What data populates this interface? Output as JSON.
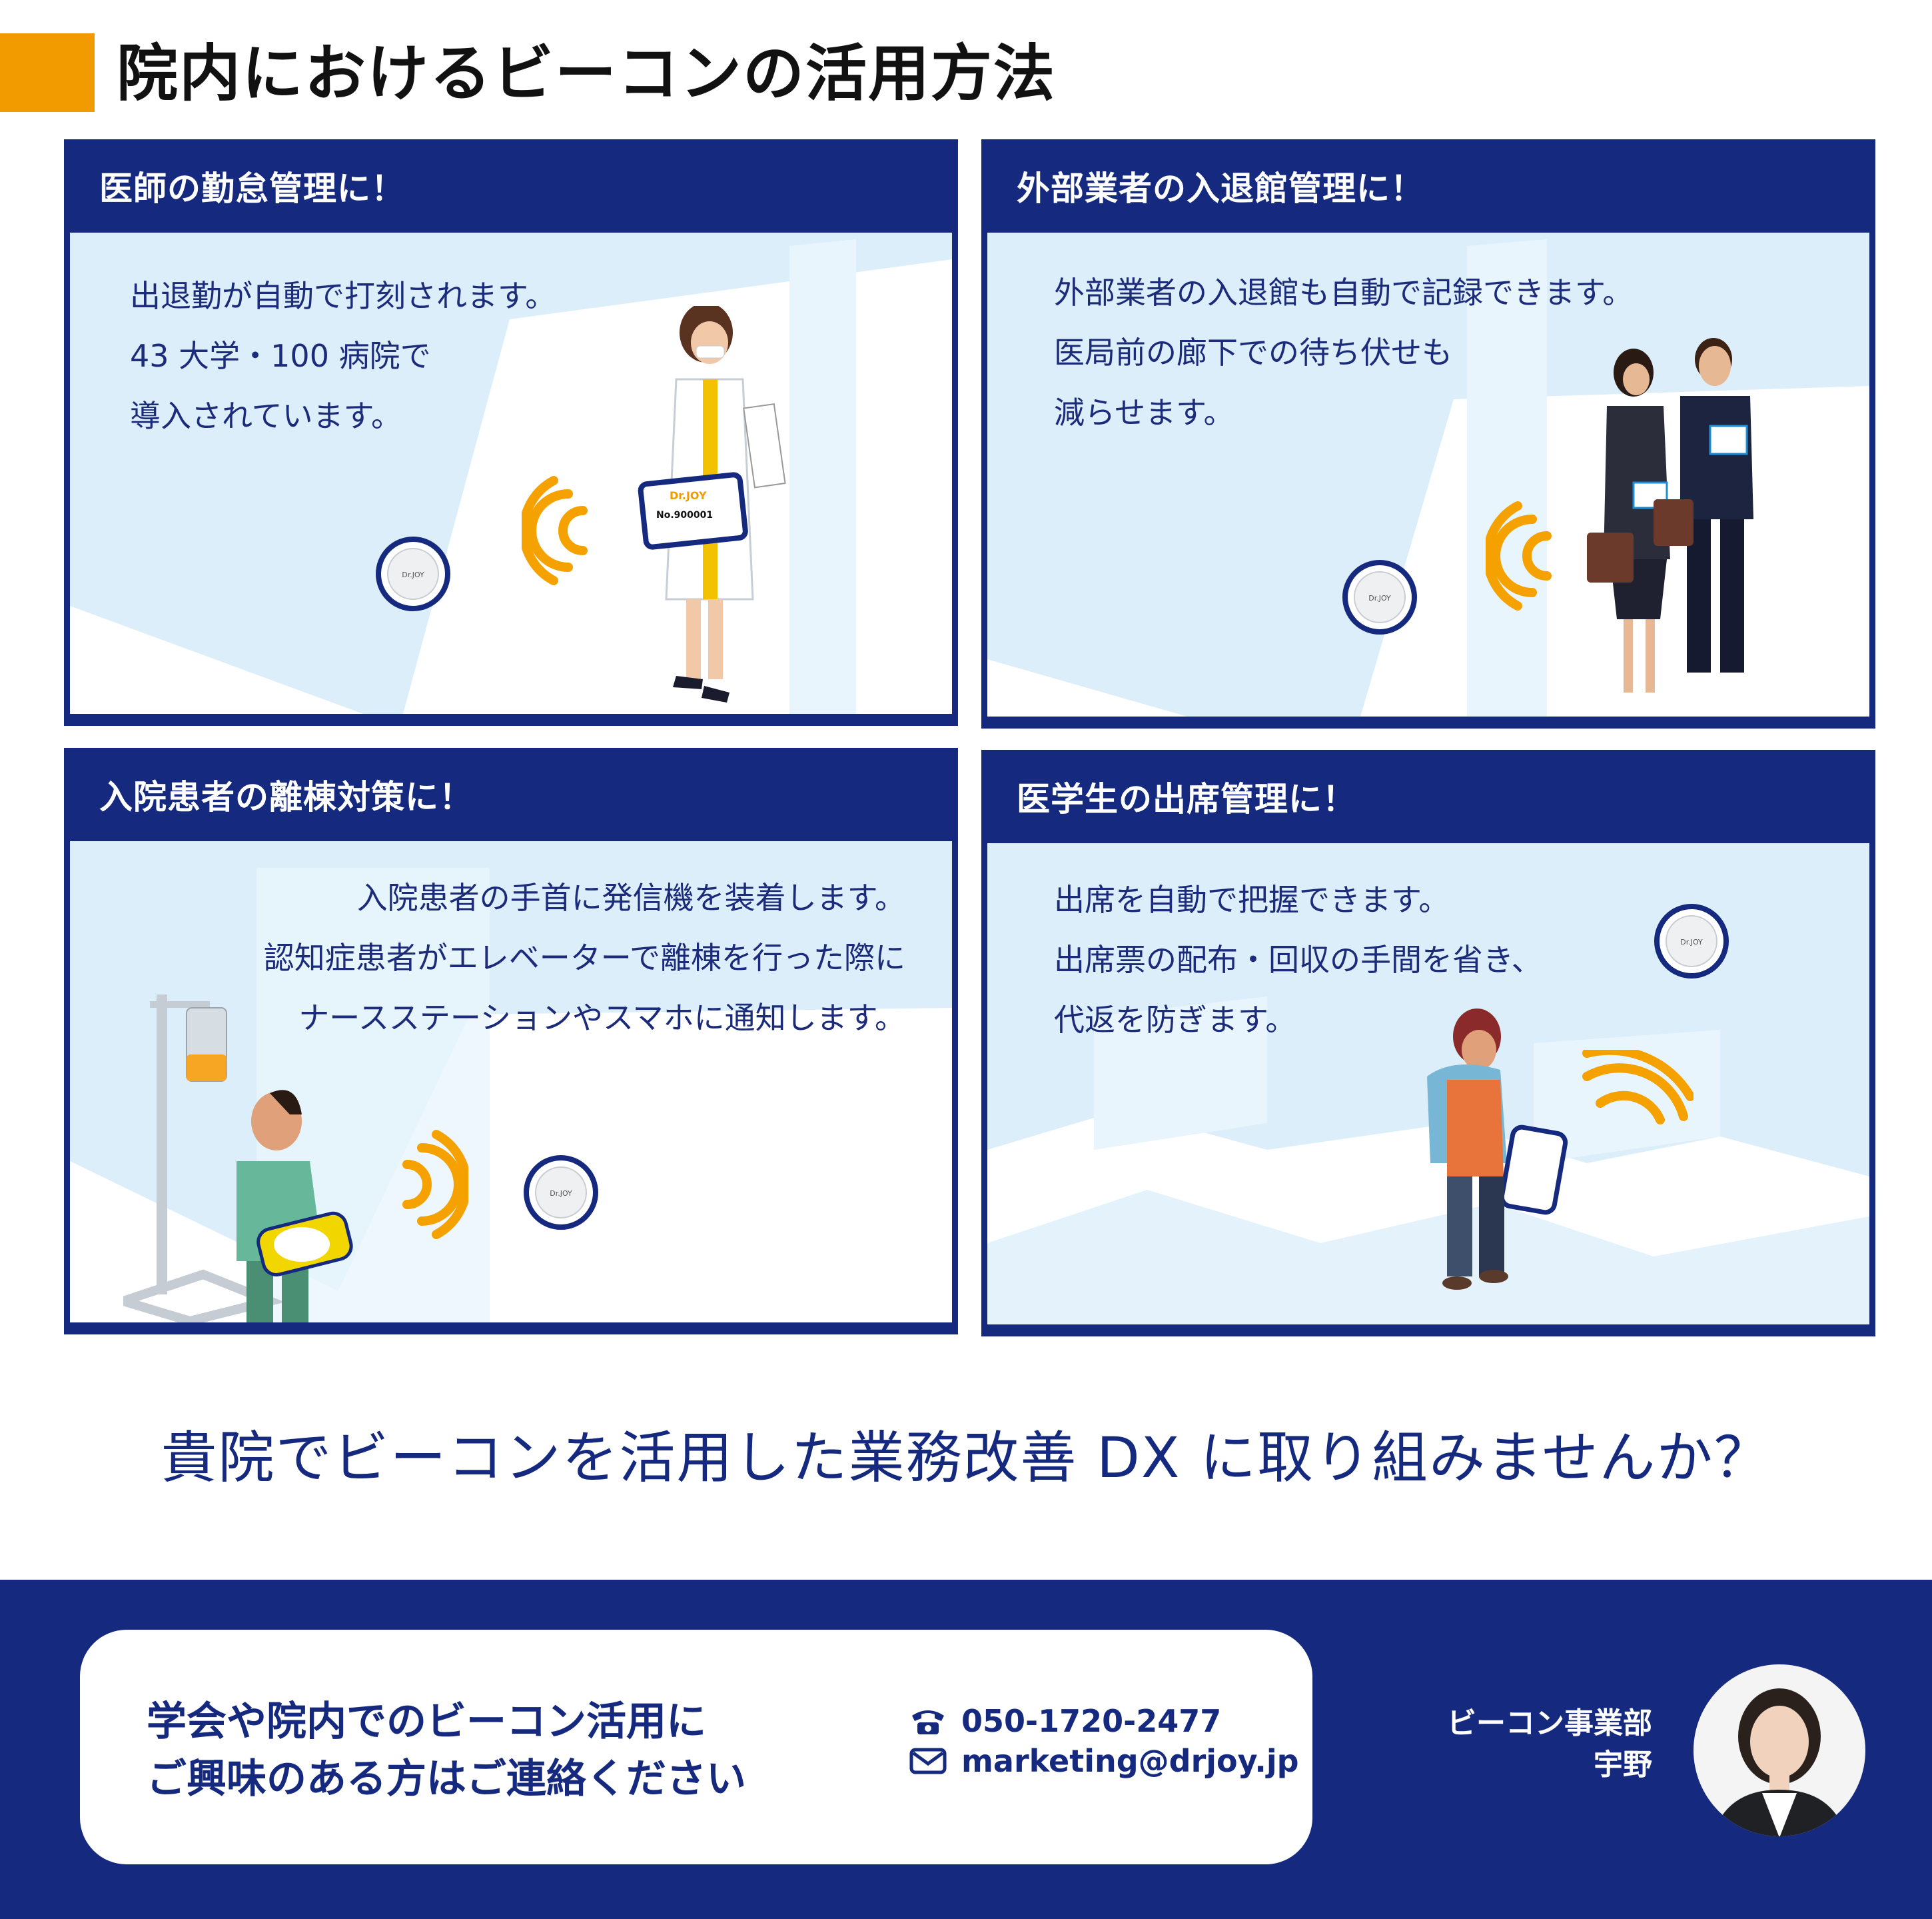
{
  "page_title": "院内におけるビーコンの活用方法",
  "cards": [
    {
      "title": "医師の勤怠管理に！",
      "lines": [
        "出退勤が自動で打刻されます。",
        "43 大学・100 病院で",
        "導入されています。"
      ],
      "badge_brand": "Dr.JOY",
      "badge_number": "No.900001"
    },
    {
      "title": "外部業者の入退館管理に！",
      "lines": [
        "外部業者の入退館も自動で記録できます。",
        "医局前の廊下での待ち伏せも",
        "減らせます。"
      ]
    },
    {
      "title": "入院患者の離棟対策に！",
      "lines": [
        "入院患者の手首に発信機を装着します。",
        "認知症患者がエレベーターで離棟を行った際に",
        "ナースステーションやスマホに通知します。"
      ]
    },
    {
      "title": "医学生の出席管理に！",
      "lines": [
        "出席を自動で把握できます。",
        "出席票の配布・回収の手間を省き、",
        "代返を防ぎます。"
      ]
    }
  ],
  "beacon_label": "Dr.JOY",
  "cta": "貴院でビーコンを活用した業務改善 DX に取り組みませんか？",
  "contact": {
    "message_lines": [
      "学会や院内でのビーコン活用に",
      "ご興味のある方はご連絡ください"
    ],
    "phone": "050-1720-2477",
    "email": "marketing@drjoy.jp"
  },
  "staff": {
    "department": "ビーコン事業部",
    "name": "宇野"
  },
  "colors": {
    "navy": "#15297f",
    "accent_orange": "#f29b00",
    "panel_light_blue": "#dbeefa",
    "signal_orange": "#f5a200"
  },
  "icons": [
    "phone-icon",
    "mail-icon",
    "beacon-icon",
    "signal-waves-icon"
  ]
}
